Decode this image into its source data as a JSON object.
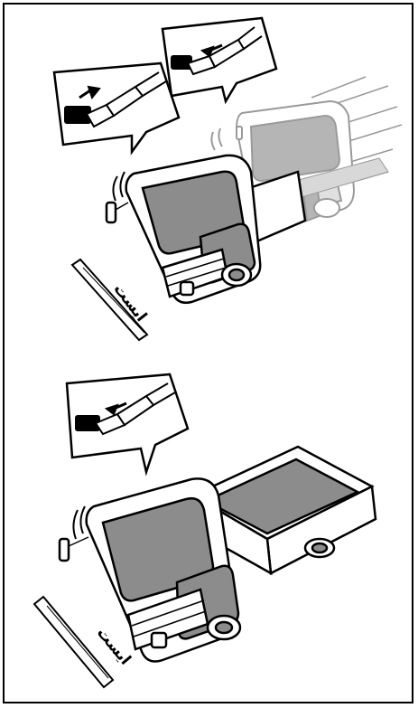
{
  "panels": [
    {
      "stop_label": "ایست",
      "stage": "braking-from-speed"
    },
    {
      "stop_label": "ایست",
      "stage": "stopped"
    }
  ],
  "icons": {
    "brake_callout": "foot-pressing-brake-pedal-icon",
    "release_callout": "foot-releasing-pedal-icon",
    "truck": "cab-over-truck-icon",
    "stop_line": "stop-line-icon"
  },
  "colors": {
    "line": "#000000",
    "glass": "#8c8c8c",
    "ghost_glass": "#b5b5b5",
    "ghost_line": "#9a9a9a"
  }
}
